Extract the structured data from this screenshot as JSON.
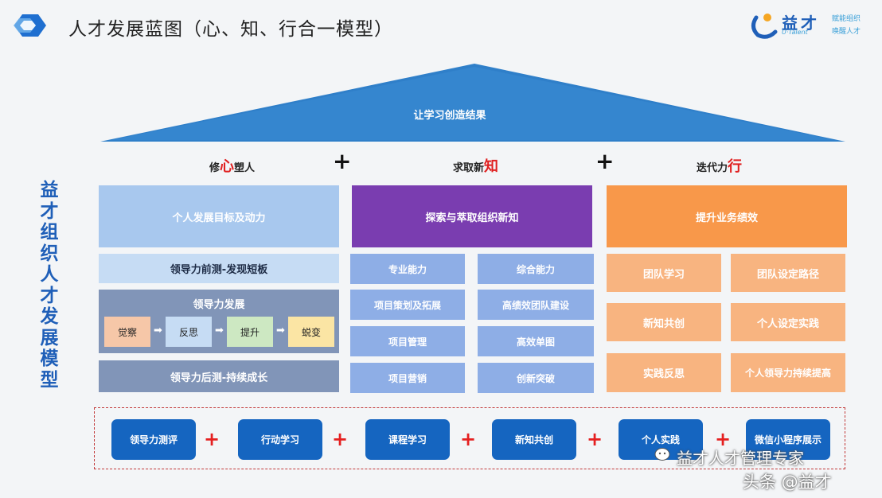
{
  "header": {
    "title": "人才发展蓝图（心、知、行合一模型）"
  },
  "logo": {
    "name": "益才",
    "sub": "U·Talent",
    "tagline_1": "赋能组织",
    "tagline_2": "唤醒人才"
  },
  "roof": {
    "label": "让学习创造结果"
  },
  "side_title": "益才组织人才发展模型",
  "pillars": {
    "left": {
      "pre": "修",
      "highlight": "心",
      "post": "塑人"
    },
    "middle": {
      "pre": "求取新",
      "highlight": "知",
      "post": ""
    },
    "right": {
      "pre": "迭代力",
      "highlight": "行",
      "post": ""
    },
    "plus": "+"
  },
  "left_column": {
    "header": "个人发展目标及动力",
    "pre_assess": "领导力前测-发现短板",
    "develop_title": "领导力发展",
    "steps": [
      "觉察",
      "反思",
      "提升",
      "蜕变"
    ],
    "post_assess": "领导力后测-持续成长"
  },
  "middle_column": {
    "header": "探索与萃取组织新知",
    "cells": [
      "专业能力",
      "综合能力",
      "项目策划及拓展",
      "高绩效团队建设",
      "项目管理",
      "高效单图",
      "项目营销",
      "创新突破"
    ]
  },
  "right_column": {
    "header": "提升业务绩效",
    "cells": [
      "团队学习",
      "团队设定路径",
      "新知共创",
      "个人设定实践",
      "实践反思",
      "个人领导力持续提高"
    ]
  },
  "bottom_row": {
    "items": [
      "领导力测评",
      "行动学习",
      "课程学习",
      "新知共创",
      "个人实践",
      "微信小程序展示"
    ],
    "plus": "+"
  },
  "watermark": {
    "line1": "益才人才管理专家",
    "line2": "头条 @益才"
  },
  "colors": {
    "roof": "#2f7fc9",
    "purple": "#7a3db0",
    "orange": "#f8984a",
    "pill": "#1565c0",
    "accent_red": "#e02020"
  }
}
